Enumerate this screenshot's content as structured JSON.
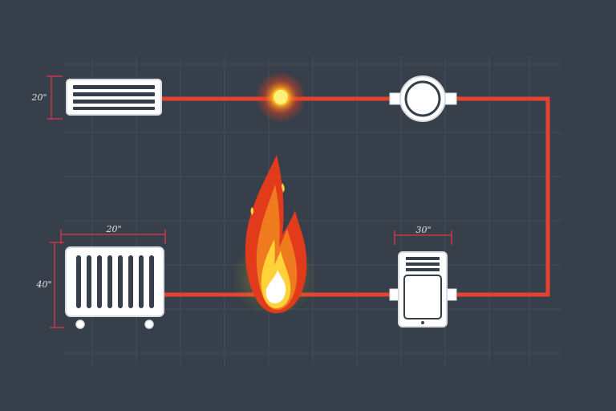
{
  "dimensions": {
    "vent_height": "20\"",
    "radiator_width": "20\"",
    "radiator_height": "40\"",
    "thermostat_width": "30\""
  },
  "colors": {
    "background": "#363f4a",
    "grid": "#4a5461",
    "pipe": "#e5432f",
    "dimension": "#c7374a",
    "component_fill": "#ffffff",
    "component_stroke": "#d9dde2",
    "flame_outer": "#e23b1c",
    "flame_mid": "#f07a1e",
    "flame_inner": "#ffd23a",
    "glow": "#f6a01a"
  },
  "icons": {
    "vent": "air-vent-icon",
    "bulb": "glowing-bulb-icon",
    "pump": "circulation-pump-icon",
    "flame": "flame-icon",
    "radiator": "radiator-icon",
    "thermostat": "thermostat-unit-icon"
  }
}
